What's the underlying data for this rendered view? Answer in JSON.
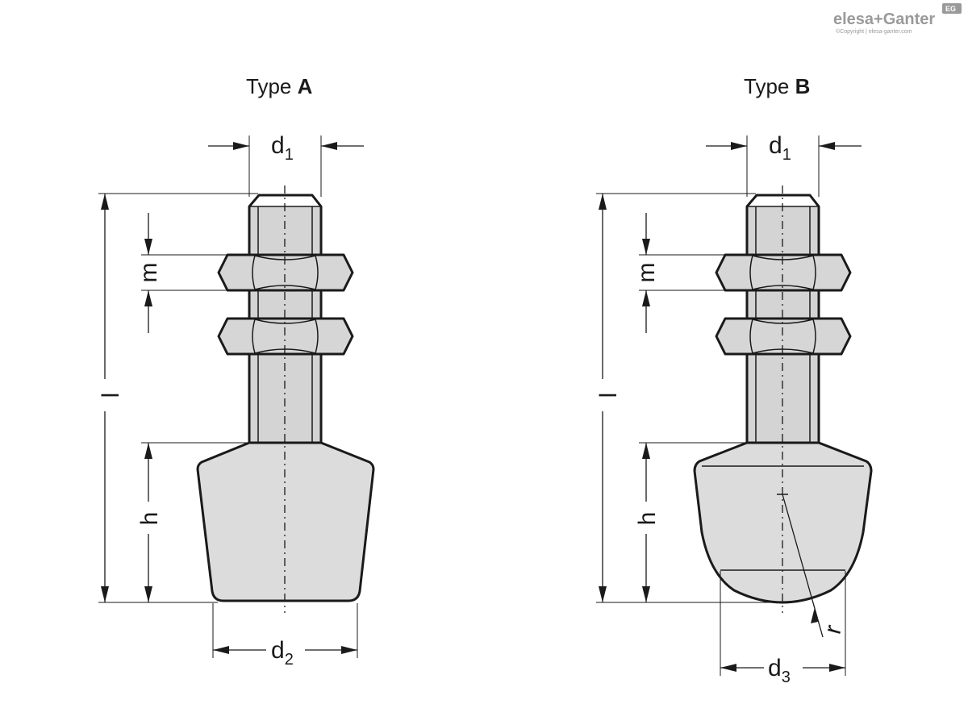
{
  "logo": {
    "brand": "elesa+Ganter",
    "badge": "EG",
    "copyright": "©Copyright | elesa-ganter.com"
  },
  "views": [
    {
      "type_word": "Type",
      "type_letter": "A",
      "dims": {
        "d1": "d",
        "d1_sub": "1",
        "m": "m",
        "l": "l",
        "h": "h",
        "d2": "d",
        "d2_sub": "2"
      }
    },
    {
      "type_word": "Type",
      "type_letter": "B",
      "dims": {
        "d1": "d",
        "d1_sub": "1",
        "m": "m",
        "l": "l",
        "h": "h",
        "d3": "d",
        "d3_sub": "3",
        "r": "r"
      }
    }
  ]
}
